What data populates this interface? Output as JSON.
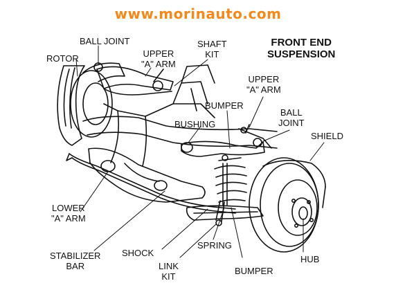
{
  "site_url": "www.morinauto.com",
  "title": "FRONT END\nSUSPENSION",
  "labels": {
    "ball_joint_left": "BALL JOINT",
    "rotor": "ROTOR",
    "upper_a_arm_left": "UPPER\n\"A\" ARM",
    "shaft_kit": "SHAFT\nKIT",
    "upper_a_arm_right": "UPPER\n\"A\" ARM",
    "bumper_upper": "BUMPER",
    "ball_joint_right": "BALL\nJOINT",
    "bushing": "BUSHING",
    "shield": "SHIELD",
    "lower_a_arm": "LOWER\n\"A\" ARM",
    "stabilizer_bar": "STABILIZER\nBAR",
    "shock": "SHOCK",
    "spring": "SPRING",
    "link_kit": "LINK\nKIT",
    "bumper_lower": "BUMPER",
    "hub": "HUB"
  },
  "colors": {
    "url": "#f08a1e",
    "line": "#111111"
  }
}
